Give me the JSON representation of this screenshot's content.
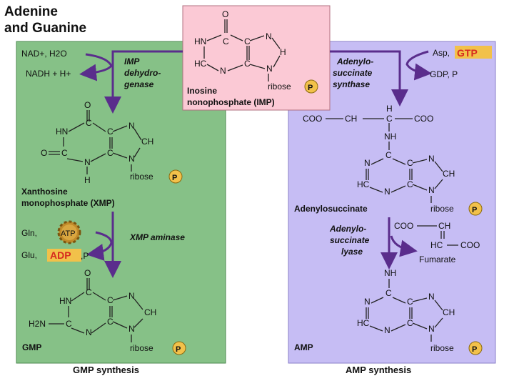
{
  "title_line1": "Adenine",
  "title_line2": "and Guanine",
  "colors": {
    "green_panel": "#86c187",
    "purple_panel": "#c6bdf4",
    "imp_box": "#fbc9d5",
    "arrow": "#5a2d8c",
    "phosphate": "#f2c14a",
    "accent_red": "#d62a1e"
  },
  "imp": {
    "name1": "Inosine",
    "name2": "nonophosphate (IMP)",
    "ribose": "ribose",
    "p": "P"
  },
  "gmp_path": {
    "nad": "NAD+, H2O",
    "nadh": "NADH + H+",
    "enzyme1": [
      "IMP",
      "dehydro-",
      "genase"
    ],
    "xmp1": "Xanthosine",
    "xmp2": "monophosphate (XMP)",
    "gln": "Gln,",
    "atp": "ATP",
    "glu": "Glu,",
    "adp": "ADP",
    "pi": ",P",
    "enzyme2": "XMP aminase",
    "product": "GMP",
    "footer": "GMP synthesis"
  },
  "amp_path": {
    "asp": "Asp,",
    "gtp": "GTP",
    "gdp": "GDP, P",
    "enzyme1": [
      "Adenylo-",
      "succinate",
      "synthase"
    ],
    "intermediate": "Adenylosuccinate",
    "enzyme2": [
      "Adenylo-",
      "succinate",
      "lyase"
    ],
    "fumarate": "Fumarate",
    "product": "AMP",
    "footer": "AMP synthesis"
  },
  "atoms": {
    "o": "O",
    "hn": "HN",
    "hc": "HC",
    "n": "N",
    "nh": "NH",
    "nh2": "NH",
    "h": "H",
    "h2n": "H2N",
    "c": "C",
    "ch": "CH",
    "coo": "COO",
    "ch2": "CH"
  }
}
